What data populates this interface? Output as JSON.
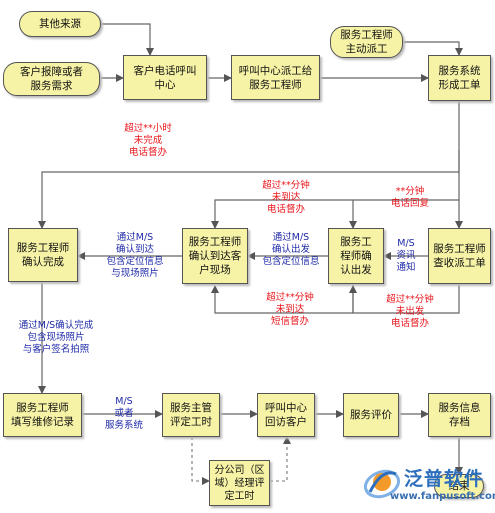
{
  "nodes": {
    "other_source": "其他来源",
    "customer_report": "客户报障或者\n服务需求",
    "customer_call": "客户电话呼叫\n中心",
    "dispatch": "呼叫中心派工给\n服务工程师",
    "engineer_self": "服务工程师\n主动派工",
    "system_ticket": "服务系统\n形成工单",
    "check_ticket": "服务工程师\n查收派工单",
    "confirm_depart": "服务工\n程师确\n认出发",
    "confirm_arrive": "服务工程师\n确认到达客\n户现场",
    "confirm_done": "服务工程师\n确认完成",
    "fill_record": "服务工程师\n填写维修记录",
    "rate_hours": "服务主管\n评定工时",
    "callback": "呼叫中心\n回访客户",
    "evaluate": "服务评价",
    "archive": "服务信息\n存档",
    "branch_manager": "分公司（区\n域）经理评\n定工时",
    "end": "结束"
  },
  "labels": {
    "over_hours": "超过**小时\n未完成\n电话督办",
    "over_min_arrive_phone": "超过**分钟\n未到达\n电话督办",
    "min_phone_reply": "**分钟\n电话回复",
    "confirm_arrive_photo": "通过M/S\n确认到达\n包含定位信息\n与现场照片",
    "confirm_depart_loc": "通过M/S\n确认出发\n包含定位信息",
    "ms_notify": "M/S\n资讯\n通知",
    "over_min_sms": "超过**分钟\n未到达\n短信督办",
    "over_min_depart_phone": "超过**分钟\n未出发\n电话督办",
    "confirm_done_photo": "通过M/S确认完成\n包含现场照片\n与客户签名拍照",
    "ms_or_system": "M/S\n或者\n服务系统"
  },
  "logo": {
    "name": "泛普软件",
    "url": "www.fanpusoft.com"
  },
  "colors": {
    "box_fill": "#f7f3a6",
    "red_text": "#e8161b",
    "blue_text": "#1f2aa8",
    "logo_blue": "#2d6fbd"
  }
}
